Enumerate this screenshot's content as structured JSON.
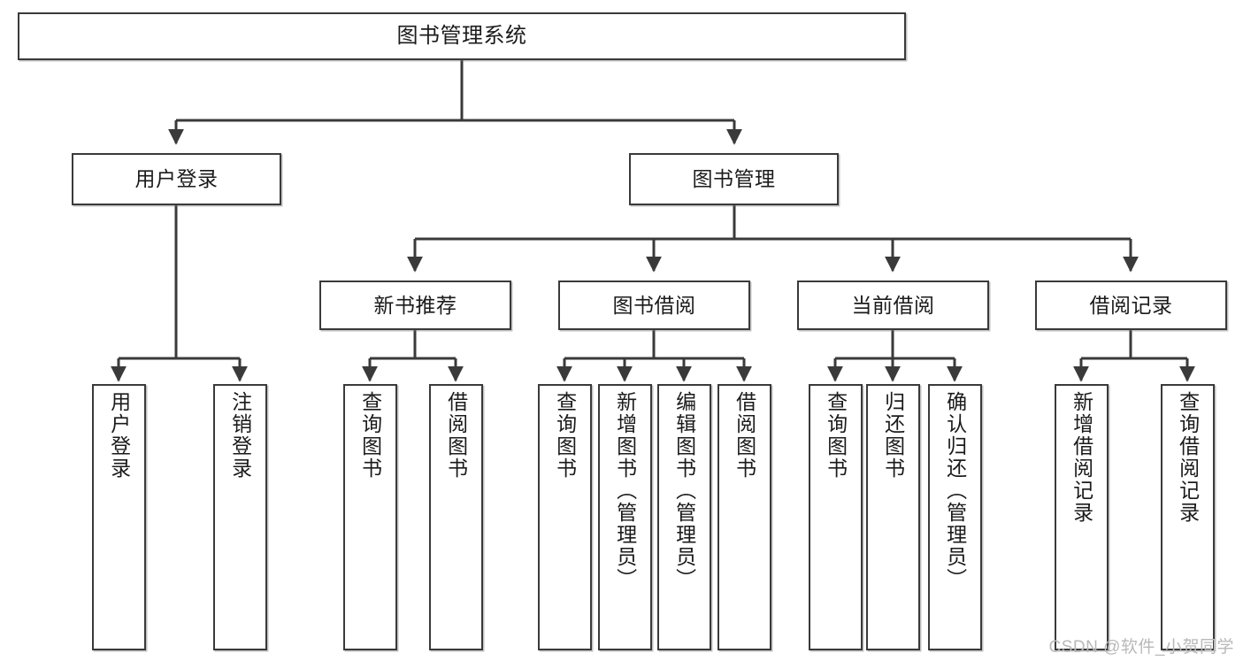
{
  "diagram": {
    "title": "图书管理系统",
    "type": "tree",
    "watermark": "CSDN @软件_小贺同学",
    "stroke_color": "#3a3a3a",
    "fill_color": "#ffffff",
    "text_color": "#1b1b1b",
    "nodes": {
      "root": {
        "label": "图书管理系统"
      },
      "level2": [
        {
          "id": "user-login",
          "label": "用户登录"
        },
        {
          "id": "book-manage",
          "label": "图书管理"
        }
      ],
      "level3": [
        {
          "id": "new-book-rec",
          "label": "新书推荐"
        },
        {
          "id": "book-borrow",
          "label": "图书借阅"
        },
        {
          "id": "current-borrow",
          "label": "当前借阅"
        },
        {
          "id": "borrow-record",
          "label": "借阅记录"
        }
      ],
      "leaves": {
        "user_login": [
          {
            "id": "leaf-user-login",
            "label": "用户登录"
          },
          {
            "id": "leaf-logout",
            "label": "注销登录"
          }
        ],
        "new_book_rec": [
          {
            "id": "leaf-query-book-1",
            "label": "查询图书"
          },
          {
            "id": "leaf-borrow-book-1",
            "label": "借阅图书"
          }
        ],
        "book_borrow": [
          {
            "id": "leaf-query-book-2",
            "label": "查询图书"
          },
          {
            "id": "leaf-add-book",
            "label": "新增图书（管理员）"
          },
          {
            "id": "leaf-edit-book",
            "label": "编辑图书（管理员）"
          },
          {
            "id": "leaf-borrow-book-2",
            "label": "借阅图书"
          }
        ],
        "current_borrow": [
          {
            "id": "leaf-query-book-3",
            "label": "查询图书"
          },
          {
            "id": "leaf-return-book",
            "label": "归还图书"
          },
          {
            "id": "leaf-confirm-return",
            "label": "确认归还（管理员）"
          }
        ],
        "borrow_record": [
          {
            "id": "leaf-add-record",
            "label": "新增借阅记录"
          },
          {
            "id": "leaf-query-record",
            "label": "查询借阅记录"
          }
        ]
      }
    }
  }
}
